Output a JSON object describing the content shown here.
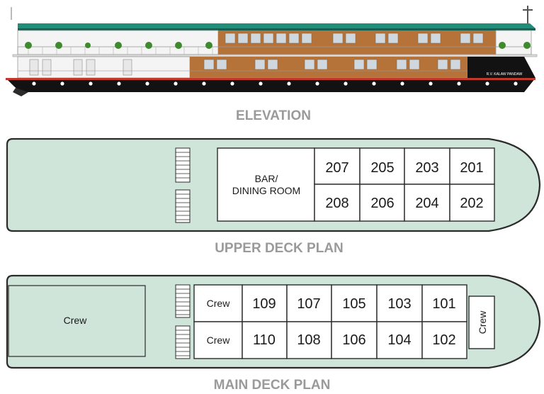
{
  "elevation": {
    "caption": "ELEVATION",
    "ship_name": "R.V. KALAW PANDAW",
    "colors": {
      "roof": "#1f8f7a",
      "hull": "#121212",
      "hull_stripe": "#c0392b",
      "wood": "#b5733a",
      "wall": "#f2f2f2"
    }
  },
  "upper_deck": {
    "caption": "UPPER DECK PLAN",
    "bar_label_line1": "BAR/",
    "bar_label_line2": "DINING ROOM",
    "cabins_top": [
      "207",
      "205",
      "203",
      "201"
    ],
    "cabins_bottom": [
      "208",
      "206",
      "204",
      "202"
    ]
  },
  "main_deck": {
    "caption": "MAIN DECK PLAN",
    "crew_area": "Crew",
    "crew_top": "Crew",
    "crew_bottom": "Crew",
    "crew_bow": "Crew",
    "cabins_top": [
      "109",
      "107",
      "105",
      "103",
      "101"
    ],
    "cabins_bottom": [
      "110",
      "108",
      "106",
      "104",
      "102"
    ]
  },
  "colors": {
    "deck_fill": "#cfe5d9",
    "outline": "#2b2b2b",
    "caption": "#9a9a9a"
  }
}
